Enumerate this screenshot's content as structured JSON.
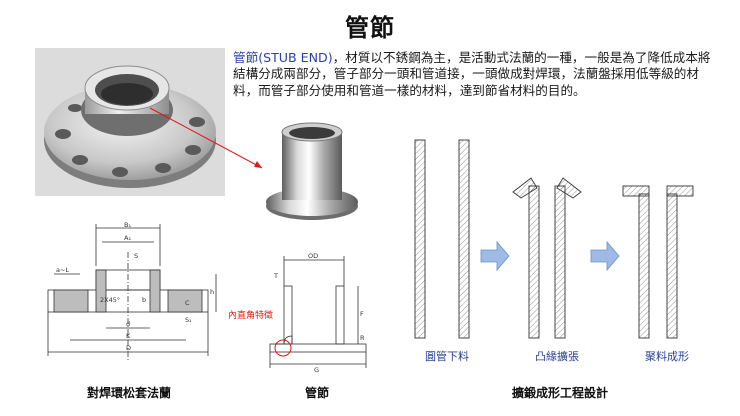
{
  "title": "管節",
  "intro": {
    "highlight": "管節(STUB END)",
    "text": "，材質以不銹鋼為主，是活動式法蘭的一種，一般是為了降低成本將結構分成兩部分，管子部分一頭和管道接，一頭做成對焊環，法蘭盤採用低等級的材料，而管子部分使用和管道一樣的材料，達到節省材料的目的。"
  },
  "captions": {
    "flange": "對焊環松套法蘭",
    "stub": "管節",
    "process": "擴鍛成形工程設計"
  },
  "stages": [
    "圓管下料",
    "凸緣擴張",
    "聚料成形"
  ],
  "annotation": "內直角特徵",
  "drawing_labels": {
    "b1": "B₁",
    "a1": "A₁",
    "s": "S",
    "fl": "a~L",
    "chamfer": "2X45°",
    "b": "b",
    "c": "C",
    "s1": "S₁",
    "h": "h",
    "d": "d",
    "k": "K",
    "D": "D",
    "od": "OD",
    "t": "T",
    "f": "F",
    "r": "R",
    "g": "G"
  },
  "colors": {
    "highlight": "#2a3fb0",
    "stage_label": "#2c3f9a",
    "annotation": "#e01818",
    "arrow_fill": "#9dbbe4",
    "arrow_stroke": "#6d91c8"
  }
}
